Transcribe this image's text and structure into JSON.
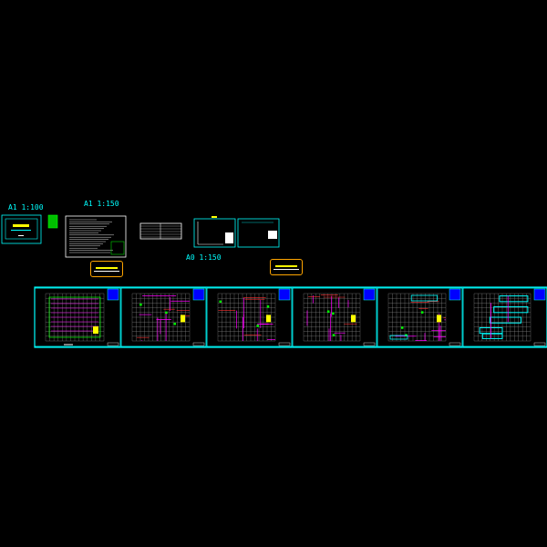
{
  "labels": {
    "scale_cover": "A1 1:100",
    "scale_notes": "A1 1:150",
    "scale_sheets": "A0 1:150"
  },
  "sheet_titles": [
    "",
    "",
    "",
    "",
    "",
    ""
  ],
  "colors": {
    "background": "#000000",
    "frame": "#00ffff",
    "accent_label": "#00ffff",
    "grid": "#8c8c8c",
    "pipe_magenta": "#ff00ff",
    "pipe_yellow": "#ffff00",
    "pipe_green": "#00ff00",
    "pipe_red": "#ff3030",
    "title_block": "#0000ff",
    "stamp_border": "#ffa500",
    "legend_green": "#00ff00"
  },
  "icons": {
    "stamp_left": "approval-stamp-icon",
    "stamp_right": "approval-stamp-icon"
  }
}
